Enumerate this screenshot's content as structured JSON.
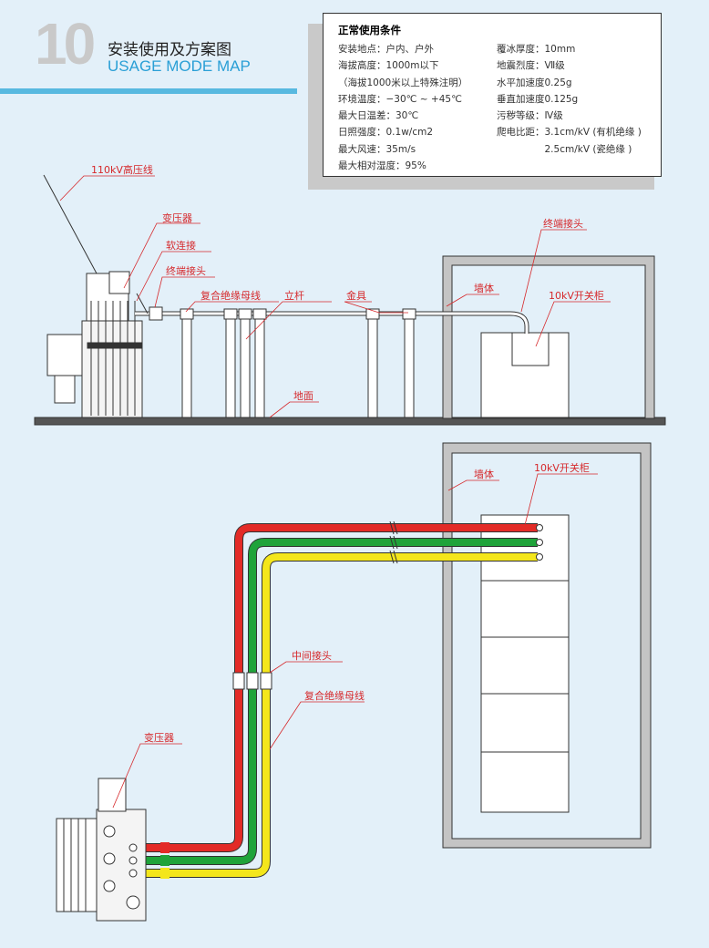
{
  "header": {
    "number": "10",
    "title_cn": "安装使用及方案图",
    "title_en": "USAGE MODE MAP"
  },
  "conditions": {
    "title": "正常使用条件",
    "left": [
      "安装地点：户内、户外",
      "海拔高度：1000m以下",
      "（海拔1000米以上特殊注明）",
      "环境温度：−30℃ ~ +45℃",
      "最大日温差：30℃",
      "日照强度：0.1w/cm2",
      "最大风速：35m/s",
      "最大相对湿度：95%"
    ],
    "right": [
      "覆冰厚度：10mm",
      "地震烈度：Ⅶ级",
      "水平加速度0.25g",
      "垂直加速度0.125g",
      "污秽等级：Ⅳ级",
      "爬电比距：3.1cm/kV (有机绝缘 )",
      "　　　　　2.5cm/kV (瓷绝缘 )"
    ]
  },
  "diagram1": {
    "labels": {
      "hv_line": "110kV高压线",
      "transformer": "变压器",
      "flex_joint": "软连接",
      "terminal_left": "终端接头",
      "busbar": "复合绝缘母线",
      "pole": "立杆",
      "fitting": "金具",
      "wall": "墙体",
      "terminal_right": "终端接头",
      "switchgear": "10kV开关柜",
      "ground": "地面"
    }
  },
  "diagram2": {
    "labels": {
      "wall": "墙体",
      "switchgear": "10kV开关柜",
      "middle_joint": "中间接头",
      "busbar": "复合绝缘母线",
      "transformer": "变压器"
    },
    "phase_colors": {
      "red": "#e32b27",
      "green": "#1fa33a",
      "yellow": "#f4e61b"
    }
  }
}
